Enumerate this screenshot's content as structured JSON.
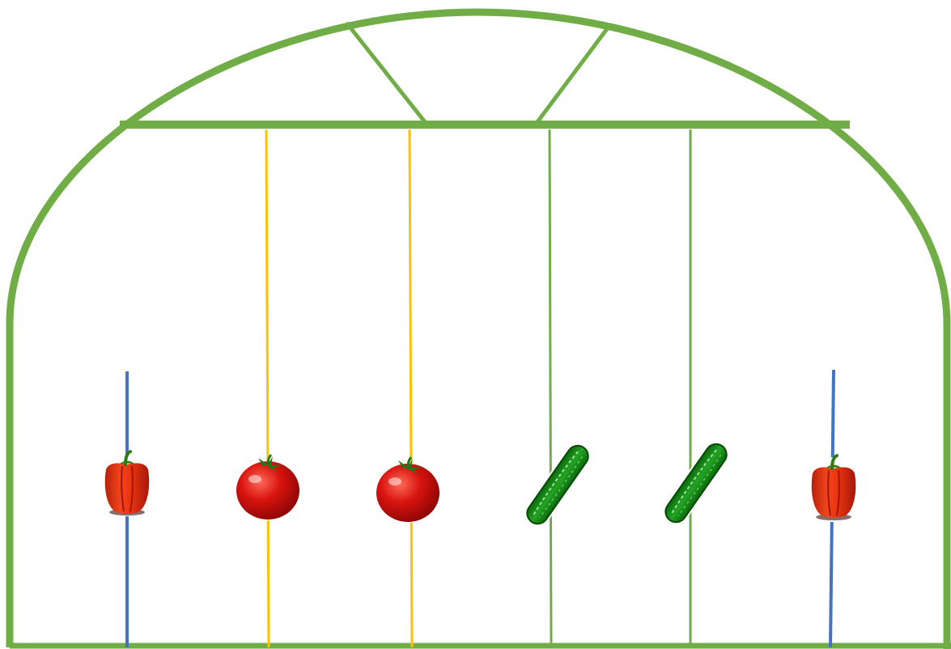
{
  "colors": {
    "frame": "#70AD47",
    "pepper_string": "#4472C4",
    "tomato_string": "#FFC000",
    "cucumber_string": "#70AD47",
    "pepper": "#E8280F",
    "tomato": "#D50F0F",
    "cucumber": "#1E9A1E",
    "background": "#FFFFFF"
  },
  "plants": [
    {
      "kind": "pepper",
      "icon": "bell-pepper-icon",
      "string": "pepper_string"
    },
    {
      "kind": "tomato",
      "icon": "tomato-icon",
      "string": "tomato_string"
    },
    {
      "kind": "tomato",
      "icon": "tomato-icon",
      "string": "tomato_string"
    },
    {
      "kind": "cucumber",
      "icon": "cucumber-icon",
      "string": "cucumber_string"
    },
    {
      "kind": "cucumber",
      "icon": "cucumber-icon",
      "string": "cucumber_string"
    },
    {
      "kind": "pepper",
      "icon": "bell-pepper-icon",
      "string": "pepper_string"
    }
  ]
}
